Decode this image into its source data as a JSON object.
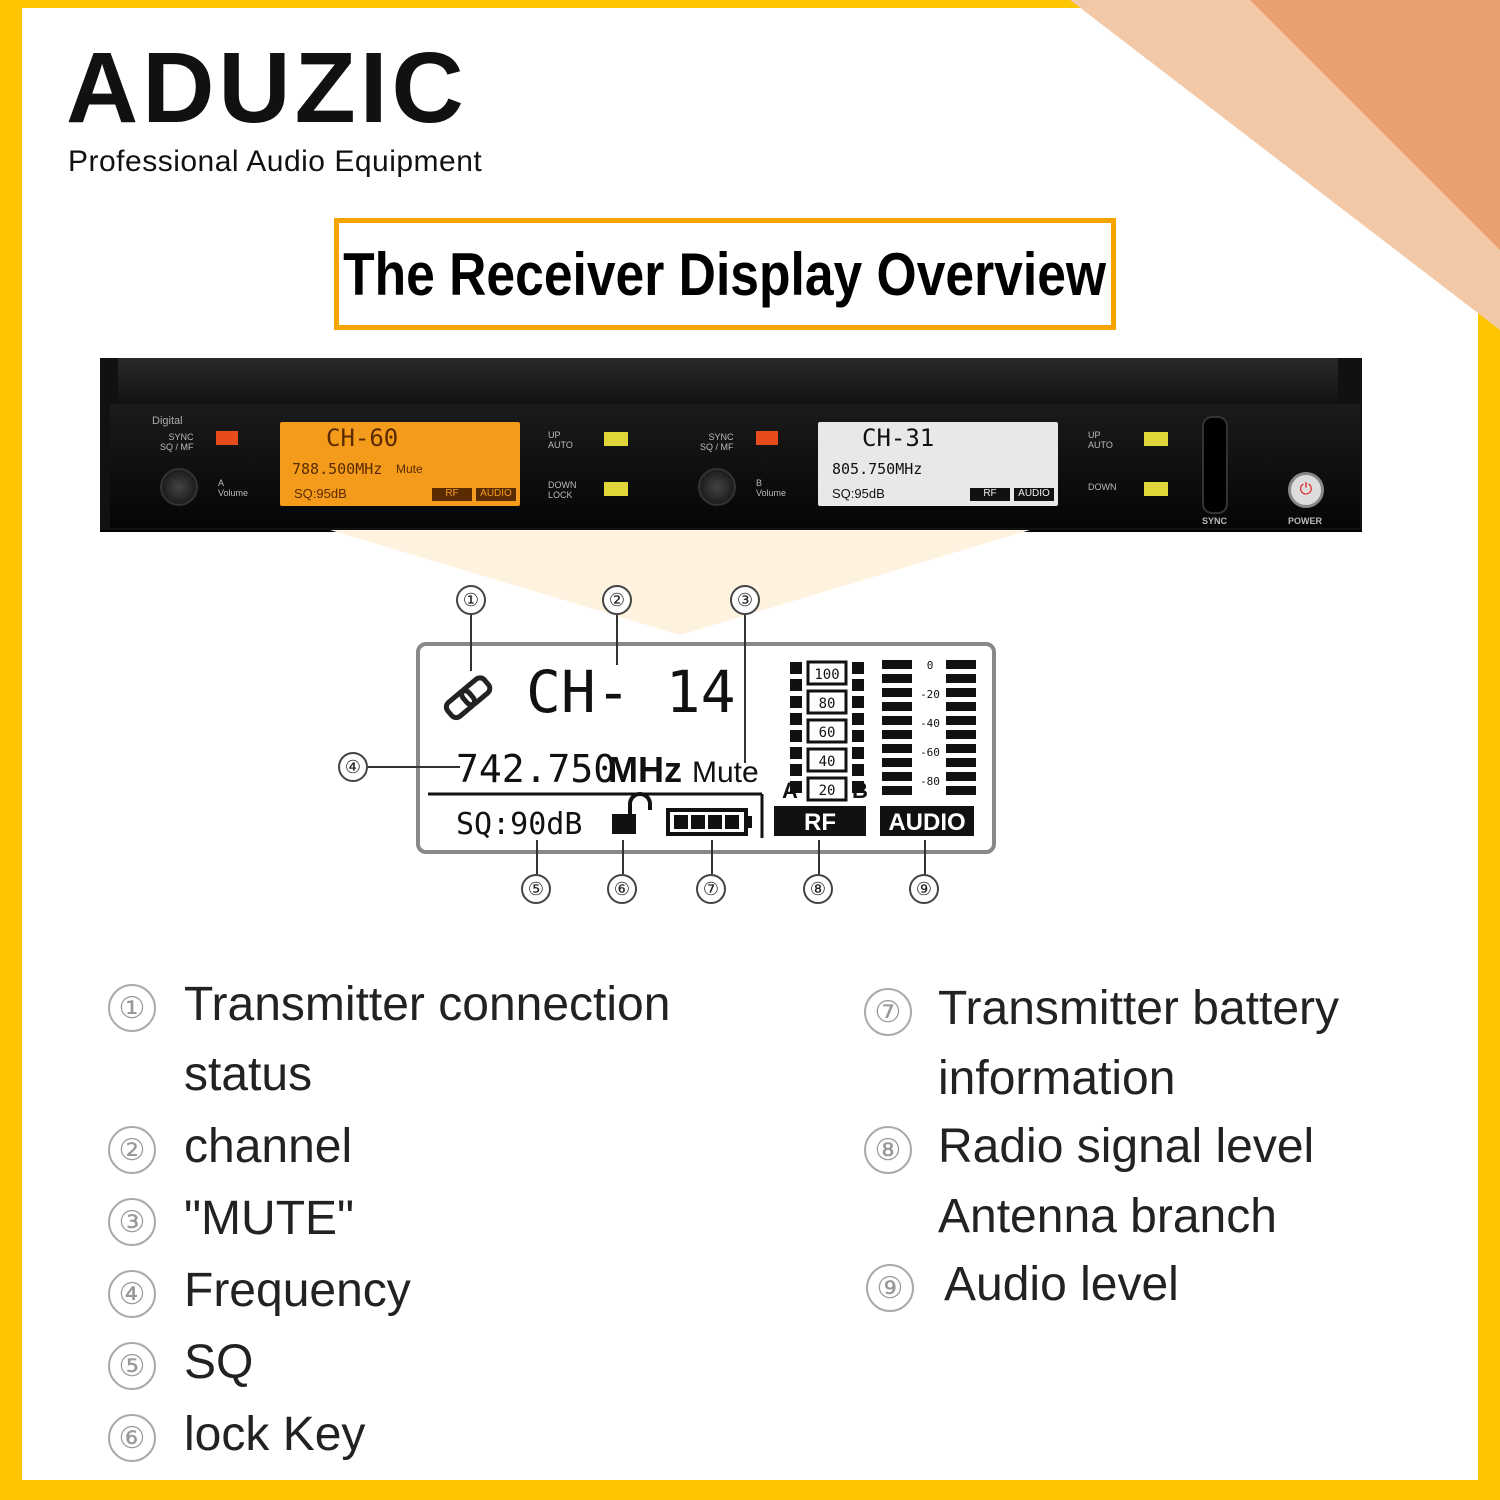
{
  "brand": {
    "name": "ADUZIC",
    "tagline": "Professional Audio Equipment"
  },
  "title": "The Receiver Display Overview",
  "device": {
    "digital_label": "Digital",
    "a": {
      "channel": "CH-60",
      "freq": "788.500MHz",
      "mute": "Mute",
      "sq": "SQ:95dB",
      "rf": "RF",
      "audio": "AUDIO",
      "vol": "Volume",
      "vol_letter": "A"
    },
    "b": {
      "channel": "CH-31",
      "freq": "805.750MHz",
      "sq": "SQ:95dB",
      "rf": "RF",
      "audio": "AUDIO",
      "vol": "Volume",
      "vol_letter": "B"
    },
    "sync_sq": "SYNC\nSQ / MF",
    "up_auto": "UP\nAUTO",
    "down_lock": "DOWN\nLOCK",
    "down": "DOWN",
    "sync": "SYNC",
    "power": "POWER"
  },
  "lcd": {
    "channel": "CH- 14",
    "freq_num": "742.750",
    "freq_unit": "MHz",
    "mute": "Mute",
    "sq": "SQ:90dB",
    "rf_label": "RF",
    "audio_label": "AUDIO",
    "rf_ticks": [
      "100",
      "80",
      "60",
      "40",
      "20"
    ],
    "ant_a": "A",
    "ant_b": "B",
    "audio_ticks": [
      "0",
      "-20",
      "-40",
      "-60",
      "-80"
    ]
  },
  "callouts": [
    "①",
    "②",
    "③",
    "④",
    "⑤",
    "⑥",
    "⑦",
    "⑧",
    "⑨"
  ],
  "legend": {
    "left": [
      {
        "num": "①",
        "text": "Transmitter connection\nstatus"
      },
      {
        "num": "②",
        "text": "channel"
      },
      {
        "num": "③",
        "text": "\"MUTE\""
      },
      {
        "num": "④",
        "text": "Frequency"
      },
      {
        "num": "⑤",
        "text": "SQ"
      },
      {
        "num": "⑥",
        "text": "lock Key"
      }
    ],
    "right": [
      {
        "num": "⑦",
        "text": "Transmitter battery\ninformation"
      },
      {
        "num": "⑧",
        "text": "Radio signal level\nAntenna branch"
      },
      {
        "num": "⑨",
        "text": "Audio level"
      }
    ]
  }
}
